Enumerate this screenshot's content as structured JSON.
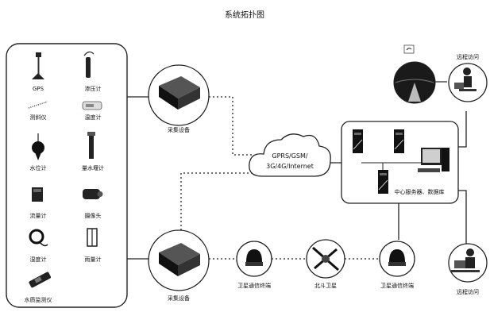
{
  "title": "系统拓扑图",
  "sensors": [
    {
      "label": "GPS",
      "icon": "gps-antenna-icon"
    },
    {
      "label": "渗压计",
      "icon": "piezometer-icon"
    },
    {
      "label": "测斜仪",
      "icon": "inclinometer-icon"
    },
    {
      "label": "温度计",
      "icon": "thermometer-icon"
    },
    {
      "label": "水位计",
      "icon": "water-level-gauge-icon"
    },
    {
      "label": "量水堰计",
      "icon": "weir-gauge-icon"
    },
    {
      "label": "流量计",
      "icon": "flowmeter-icon"
    },
    {
      "label": "摄像头",
      "icon": "camera-icon"
    },
    {
      "label": "湿度计",
      "icon": "hygrometer-icon"
    },
    {
      "label": "雨量计",
      "icon": "rain-gauge-icon"
    },
    {
      "label": "水质监测仪",
      "icon": "water-quality-monitor-icon"
    }
  ],
  "collector_top": {
    "label": "采集设备"
  },
  "collector_bottom": {
    "label": "采集设备"
  },
  "cloud": {
    "line1": "GPRS/GSM/",
    "line2": "3G/4G/Internet"
  },
  "server_group": {
    "label": "中心服务器、数据库"
  },
  "remote_top": {
    "label": "远程访问"
  },
  "remote_bottom": {
    "label": "远程访问"
  },
  "satellite_terminal_left": {
    "label": "卫星通信终端"
  },
  "satellite": {
    "label": "北斗卫星"
  },
  "satellite_terminal_right": {
    "label": "卫星通信终端"
  }
}
